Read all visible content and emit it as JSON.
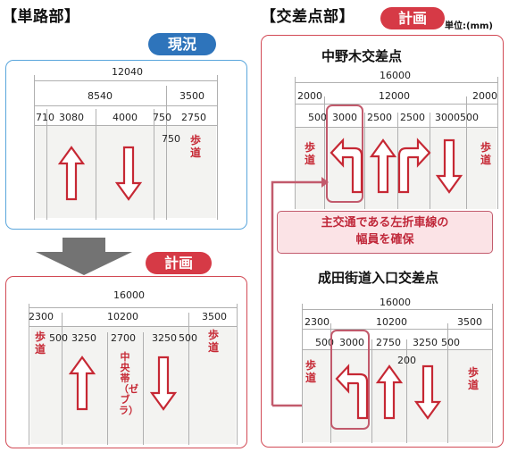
{
  "headers": {
    "single_road": "【単路部】",
    "intersection": "【交差点部】",
    "unit": "単位:(mm)"
  },
  "badges": {
    "current": "現況",
    "plan_left": "計画",
    "plan_top": "計画"
  },
  "current_section": {
    "total": "12040",
    "sub_a": "8540",
    "sub_b": "3500",
    "lanes": [
      "710",
      "3080",
      "4000",
      "750",
      "2750"
    ],
    "extra": "750",
    "sidewalk": "歩道"
  },
  "planned_section": {
    "total": "16000",
    "left": "2300",
    "middle": "10200",
    "right": "3500",
    "lanes": [
      "500",
      "3250",
      "2700",
      "3250",
      "500"
    ],
    "sidewalk_left": "歩道",
    "sidewalk_right": "歩道",
    "median": "中央帯（ゼブラ）"
  },
  "nakanogi": {
    "title": "中野木交差点",
    "total": "16000",
    "left": "2000",
    "middle": "12000",
    "right": "2000",
    "lanes": [
      "500",
      "3000",
      "2500",
      "2500",
      "3000",
      "500"
    ],
    "sidewalk_left": "歩道",
    "sidewalk_right": "歩道"
  },
  "narita": {
    "title": "成田街道入口交差点",
    "total": "16000",
    "left": "2300",
    "middle": "10200",
    "right": "3500",
    "lanes": [
      "500",
      "3000",
      "2750",
      "3250",
      "500"
    ],
    "extra": "200",
    "sidewalk_left": "歩道",
    "sidewalk_right": "歩道"
  },
  "callout": {
    "line1": "主交通である左折車線の",
    "line2": "幅員を確保"
  },
  "colors": {
    "accent_red": "#c62834",
    "badge_blue": "#2e74bb",
    "panel_blue": "#5aa6dc",
    "panel_red": "#d24a55"
  },
  "icons": [
    "straight-arrow-icon",
    "down-arrow-icon",
    "left-turn-arrow-icon",
    "right-turn-arrow-icon"
  ]
}
